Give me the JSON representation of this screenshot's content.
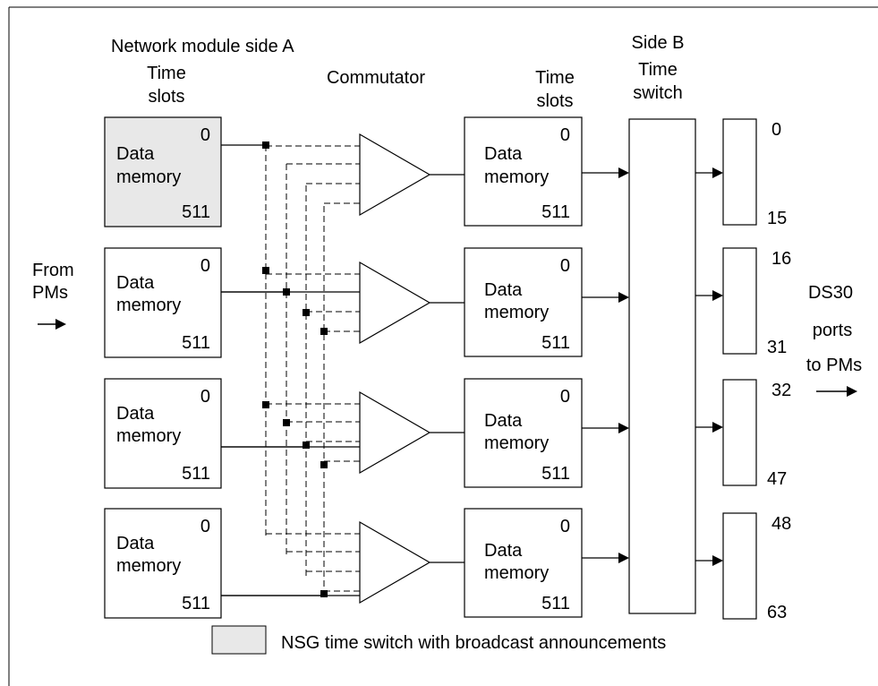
{
  "labels": {
    "side_a": "Network module side A",
    "time_slots_a_line1": "Time",
    "time_slots_a_line2": "slots",
    "commutator": "Commutator",
    "time_slots_b_line1": "Time",
    "time_slots_b_line2": "slots",
    "side_b": "Side B",
    "time_switch_line1": "Time",
    "time_switch_line2": "switch",
    "from_pms_line1": "From",
    "from_pms_line2": "PMs",
    "ds30_line1": "DS30",
    "ds30_line2": "ports",
    "ds30_line3": "to PMs",
    "legend": "NSG time switch with broadcast announcements"
  },
  "memory_box": {
    "line1": "Data",
    "line2": "memory",
    "slot_first": "0",
    "slot_last": "511"
  },
  "side_a_memories": [
    {
      "highlighted": true
    },
    {
      "highlighted": false
    },
    {
      "highlighted": false
    },
    {
      "highlighted": false
    }
  ],
  "side_b_memories": [
    {},
    {},
    {},
    {}
  ],
  "port_groups": [
    {
      "first": "0",
      "last": "15"
    },
    {
      "first": "16",
      "last": "31"
    },
    {
      "first": "32",
      "last": "47"
    },
    {
      "first": "48",
      "last": "63"
    }
  ],
  "colors": {
    "highlight_fill": "#e8e8e8",
    "line": "#000000"
  }
}
